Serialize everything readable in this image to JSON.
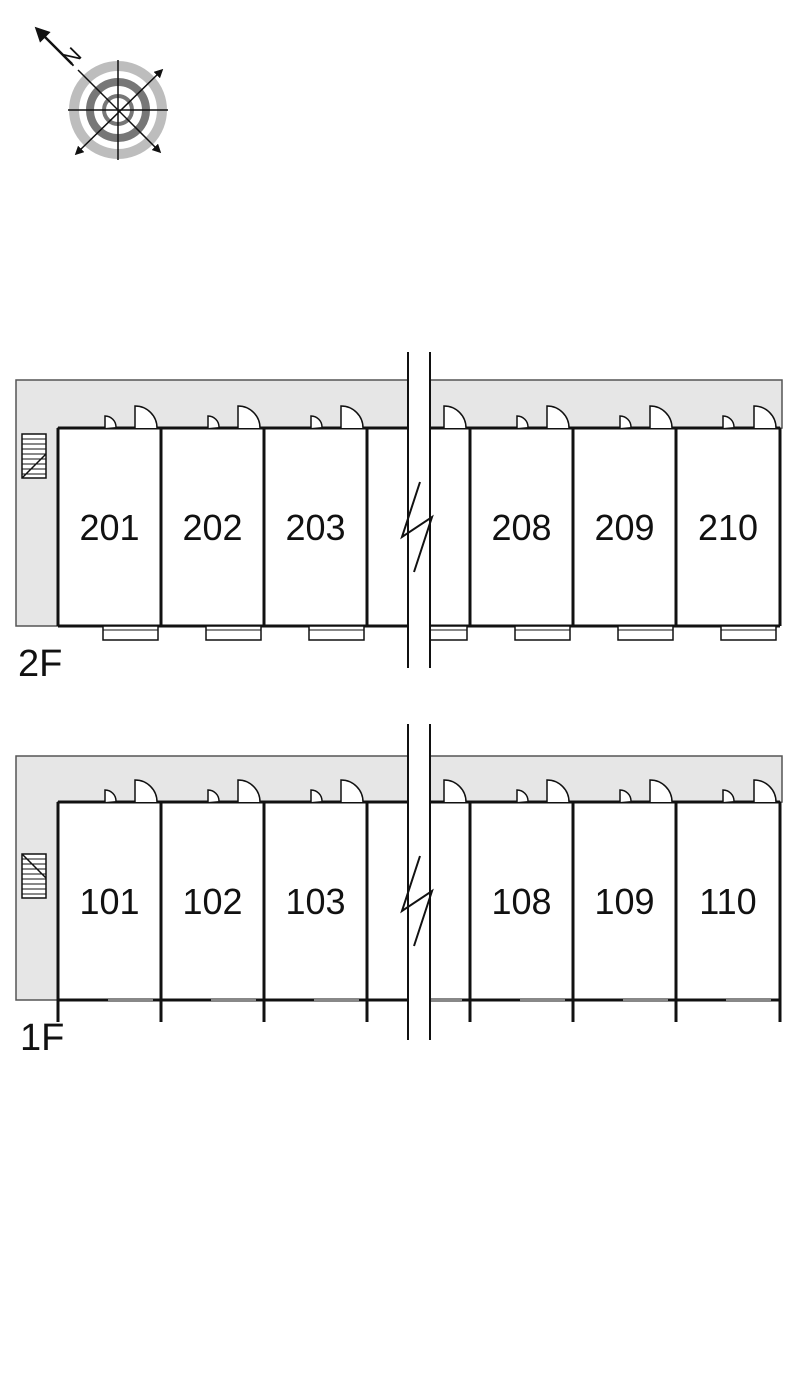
{
  "compass": {
    "north_label": "N",
    "icon": "compass-rose-icon"
  },
  "colors": {
    "corridor": "#e6e6e6",
    "wall": "#111111",
    "background": "#ffffff",
    "compass_outer": "#bdbdbd",
    "compass_inner": "#777777"
  },
  "floors": [
    {
      "label": "2F",
      "units": [
        "201",
        "202",
        "203",
        "",
        "208",
        "209",
        "210"
      ]
    },
    {
      "label": "1F",
      "units": [
        "101",
        "102",
        "103",
        "",
        "108",
        "109",
        "110"
      ]
    }
  ]
}
